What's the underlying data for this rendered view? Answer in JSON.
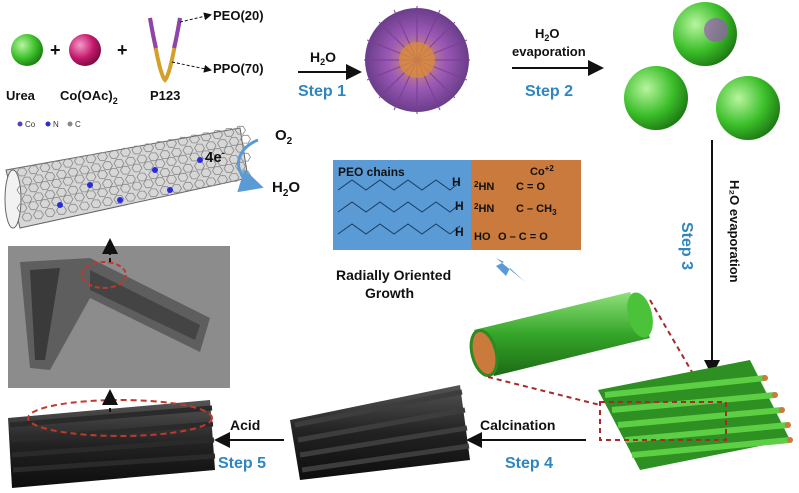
{
  "reagents": {
    "urea": "Urea",
    "cobalt": "Co(OAc)",
    "cobalt_sub": "2",
    "p123": "P123",
    "peo": "PEO(20)",
    "ppo": "PPO(70)",
    "plus": "+"
  },
  "steps": {
    "step1": {
      "label": "Step 1",
      "reagent": "H",
      "reagent_sub": "2",
      "reagent_tail": "O"
    },
    "step2": {
      "label": "Step 2",
      "reagent_line1": "H",
      "reagent_sub": "2",
      "reagent_line1_tail": "O",
      "reagent_line2": "evaporation"
    },
    "step3": {
      "label": "Step 3",
      "reagent": "H₂O evaporation"
    },
    "step4": {
      "label": "Step 4",
      "reagent": "Calcination"
    },
    "step5": {
      "label": "Step 5",
      "reagent": "Acid"
    }
  },
  "legend": {
    "co": "Co",
    "n": "N",
    "c": "C"
  },
  "orr": {
    "o2": "O",
    "o2_sub": "2",
    "electrons": "4e",
    "electrons_sup": "-",
    "h2o": "H",
    "h2o_sub": "2",
    "h2o_tail": "O"
  },
  "inset": {
    "peo_chains": "PEO chains",
    "h_labels": [
      "H",
      "H",
      "H"
    ],
    "co2": "Co",
    "co2_sup": "+2",
    "nh_top": "HN",
    "nh_top_pre": "2",
    "cdo_top": "C = O",
    "nh_mid": "HN",
    "nh_mid_pre": "2",
    "ch_bottom": "C – CH",
    "ch_sub": "3",
    "o_row": "O – C = O",
    "ho": "HO"
  },
  "growth": {
    "line1": "Radially Oriented",
    "line2": "Growth"
  },
  "colors": {
    "step_blue": "#2e86c1",
    "green": "#3fae2f",
    "inset_blue": "#5b9bd5",
    "inset_orange": "#c97a3c",
    "dashed_red": "#a52a2a"
  }
}
